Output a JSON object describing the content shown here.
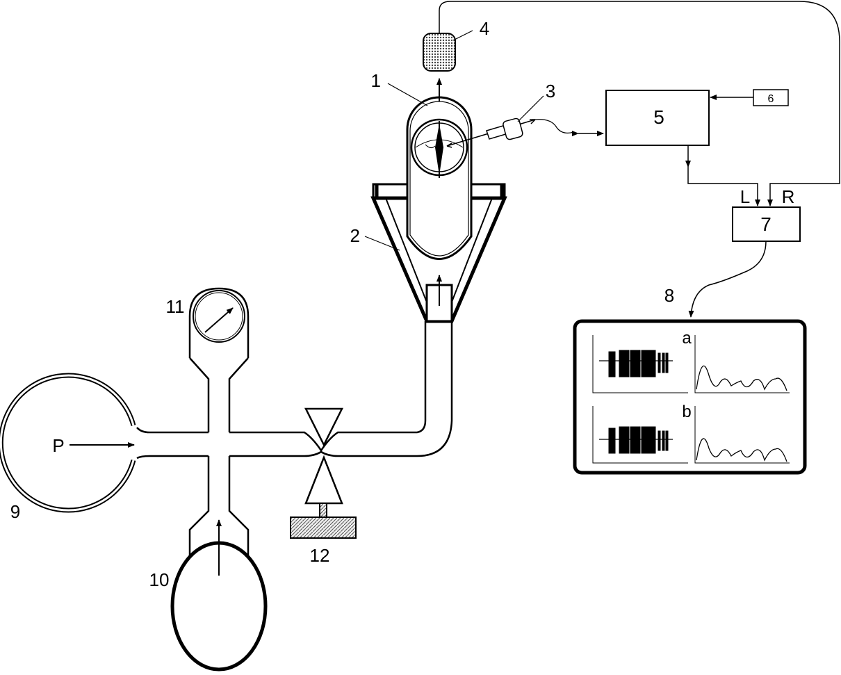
{
  "labels": {
    "heart_chamber": "1",
    "funnel": "2",
    "probe": "3",
    "microphone": "4",
    "processor": "5",
    "input_module": "6",
    "mixer": "7",
    "display": "8",
    "bulb_left": "9",
    "bulb_bottom": "10",
    "gauge": "11",
    "clamp": "12",
    "pressure": "P",
    "channel_left": "L",
    "channel_right": "R",
    "panel_a": "a",
    "panel_b": "b"
  },
  "colors": {
    "ink": "#000000",
    "hatch": "#555555",
    "dot": "#444444"
  }
}
